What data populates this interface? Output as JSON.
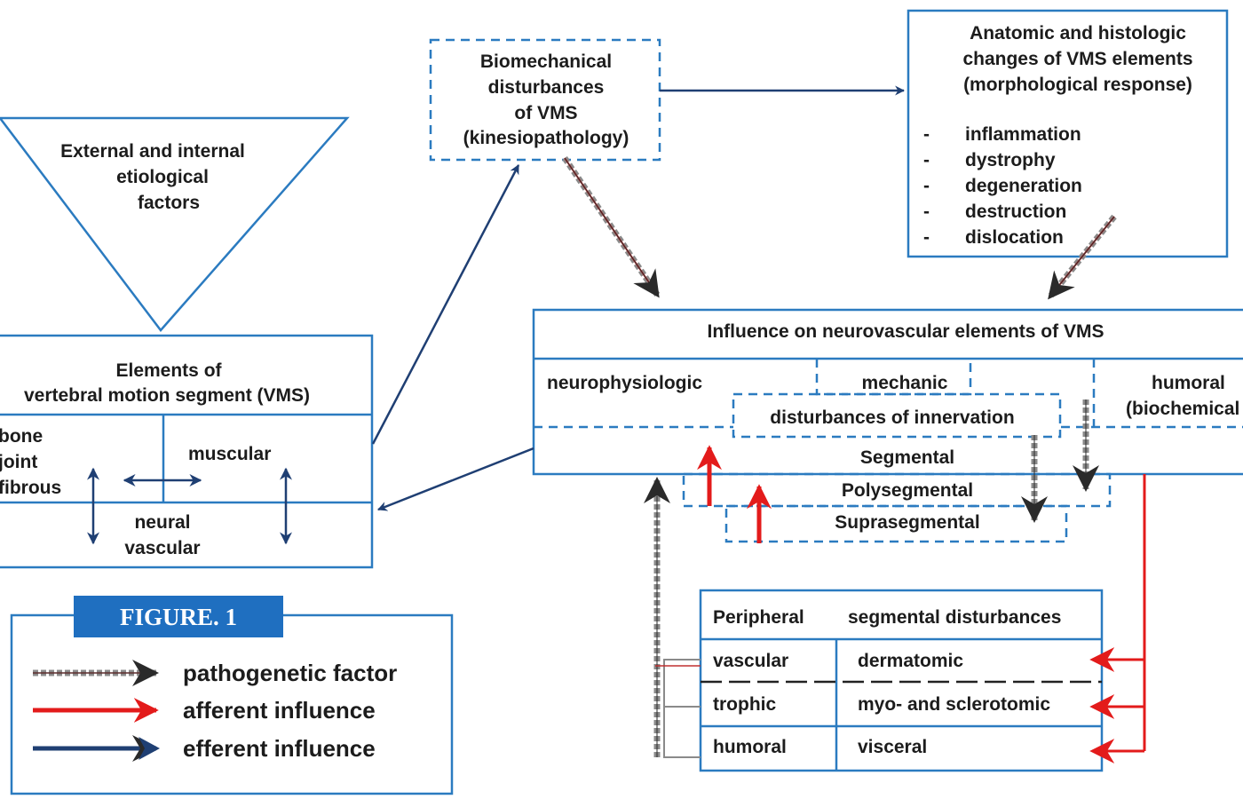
{
  "etiology": {
    "lines": [
      "External and internal",
      "etiological",
      "factors"
    ]
  },
  "vms": {
    "title_lines": [
      "Elements of",
      "vertebral motion segment (VMS)"
    ],
    "left_lines": [
      "bone",
      "joint",
      "fibrous"
    ],
    "muscular": "muscular",
    "bottom_lines": [
      "neural",
      "vascular"
    ]
  },
  "biomech": {
    "lines": [
      "Biomechanical",
      "disturbances",
      "of VMS",
      "(kinesiopathology)"
    ]
  },
  "anatomic": {
    "title_lines": [
      "Anatomic and histologic",
      "changes of VMS elements",
      "(morphological response)"
    ],
    "bullet": "-",
    "items": [
      "inflammation",
      "dystrophy",
      "degeneration",
      "destruction",
      "dislocation"
    ]
  },
  "influence": {
    "title": "Influence on neurovascular elements of VMS",
    "neurophysiologic": "neurophysiologic",
    "mechanic": "mechanic",
    "humoral_lines": [
      "humoral",
      "(biochemical"
    ],
    "innervation": "disturbances of innervation",
    "segmental": "Segmental",
    "polysegmental": "Polysegmental",
    "suprasegmental": "Suprasegmental"
  },
  "peripheral": {
    "header_left": "Peripheral",
    "header_right": "segmental disturbances",
    "rows": [
      {
        "left": "vascular",
        "right": "dermatomic"
      },
      {
        "left": "trophic",
        "right": "myo- and sclerotomic"
      },
      {
        "left": "humoral",
        "right": "visceral"
      }
    ]
  },
  "legend": {
    "badge": "FIGURE. 1",
    "items": [
      {
        "label": "pathogenetic factor",
        "color": "#222222"
      },
      {
        "label": "afferent influence",
        "color": "#e31b1b"
      },
      {
        "label": "efferent influence",
        "color": "#1f3f73"
      }
    ]
  },
  "colors": {
    "box_blue": "#2b7bc0",
    "navy": "#1f3f73",
    "red": "#e31b1b",
    "badge": "#1f6fc0"
  }
}
